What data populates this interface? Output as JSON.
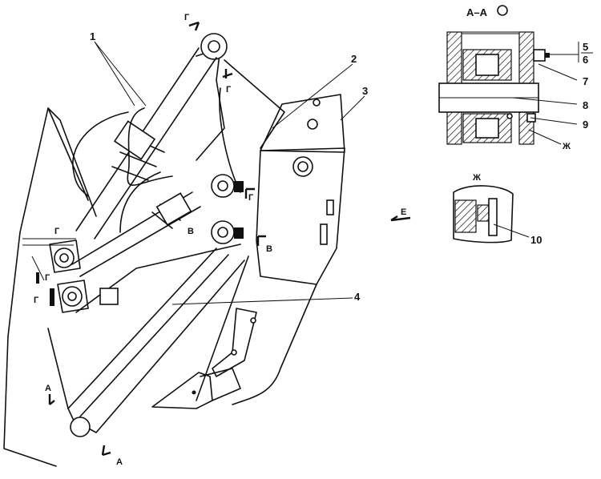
{
  "callouts": {
    "n1": "1",
    "n2": "2",
    "n3": "3",
    "n4": "4",
    "n5": "5",
    "n6": "6",
    "n7": "7",
    "n8": "8",
    "n9": "9",
    "n10": "10"
  },
  "section_marks": {
    "g_top": "Г",
    "g_top2": "Г",
    "g_mid": "Г",
    "g_left": "Г",
    "g_left2": "Г",
    "g_lower": "Г",
    "v_mid": "В",
    "v_mid2": "В",
    "a_left": "А",
    "a_bottom": "А",
    "e_arrow": "Е"
  },
  "detail_titles": {
    "section_aa": "А–А",
    "detail_zh": "Ж",
    "zh_mark": "Ж"
  }
}
